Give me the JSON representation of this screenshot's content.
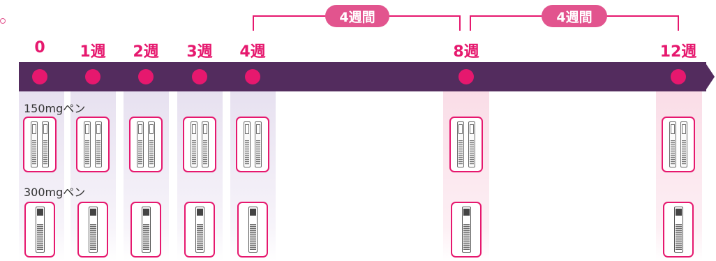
{
  "intervals": [
    "4週間",
    "4週間"
  ],
  "weeks": [
    "0",
    "1週",
    "2週",
    "3週",
    "4週",
    "8週",
    "12週"
  ],
  "pen_types": [
    "150mgペン",
    "300mgペン"
  ],
  "colors": {
    "accent": "#e6186e",
    "timeline": "#532c5e",
    "loading_phase": "#e7e1f0",
    "maintenance_phase": "#fadde7"
  },
  "icons": [
    "pen-150mg-icon",
    "pen-300mg-icon"
  ]
}
